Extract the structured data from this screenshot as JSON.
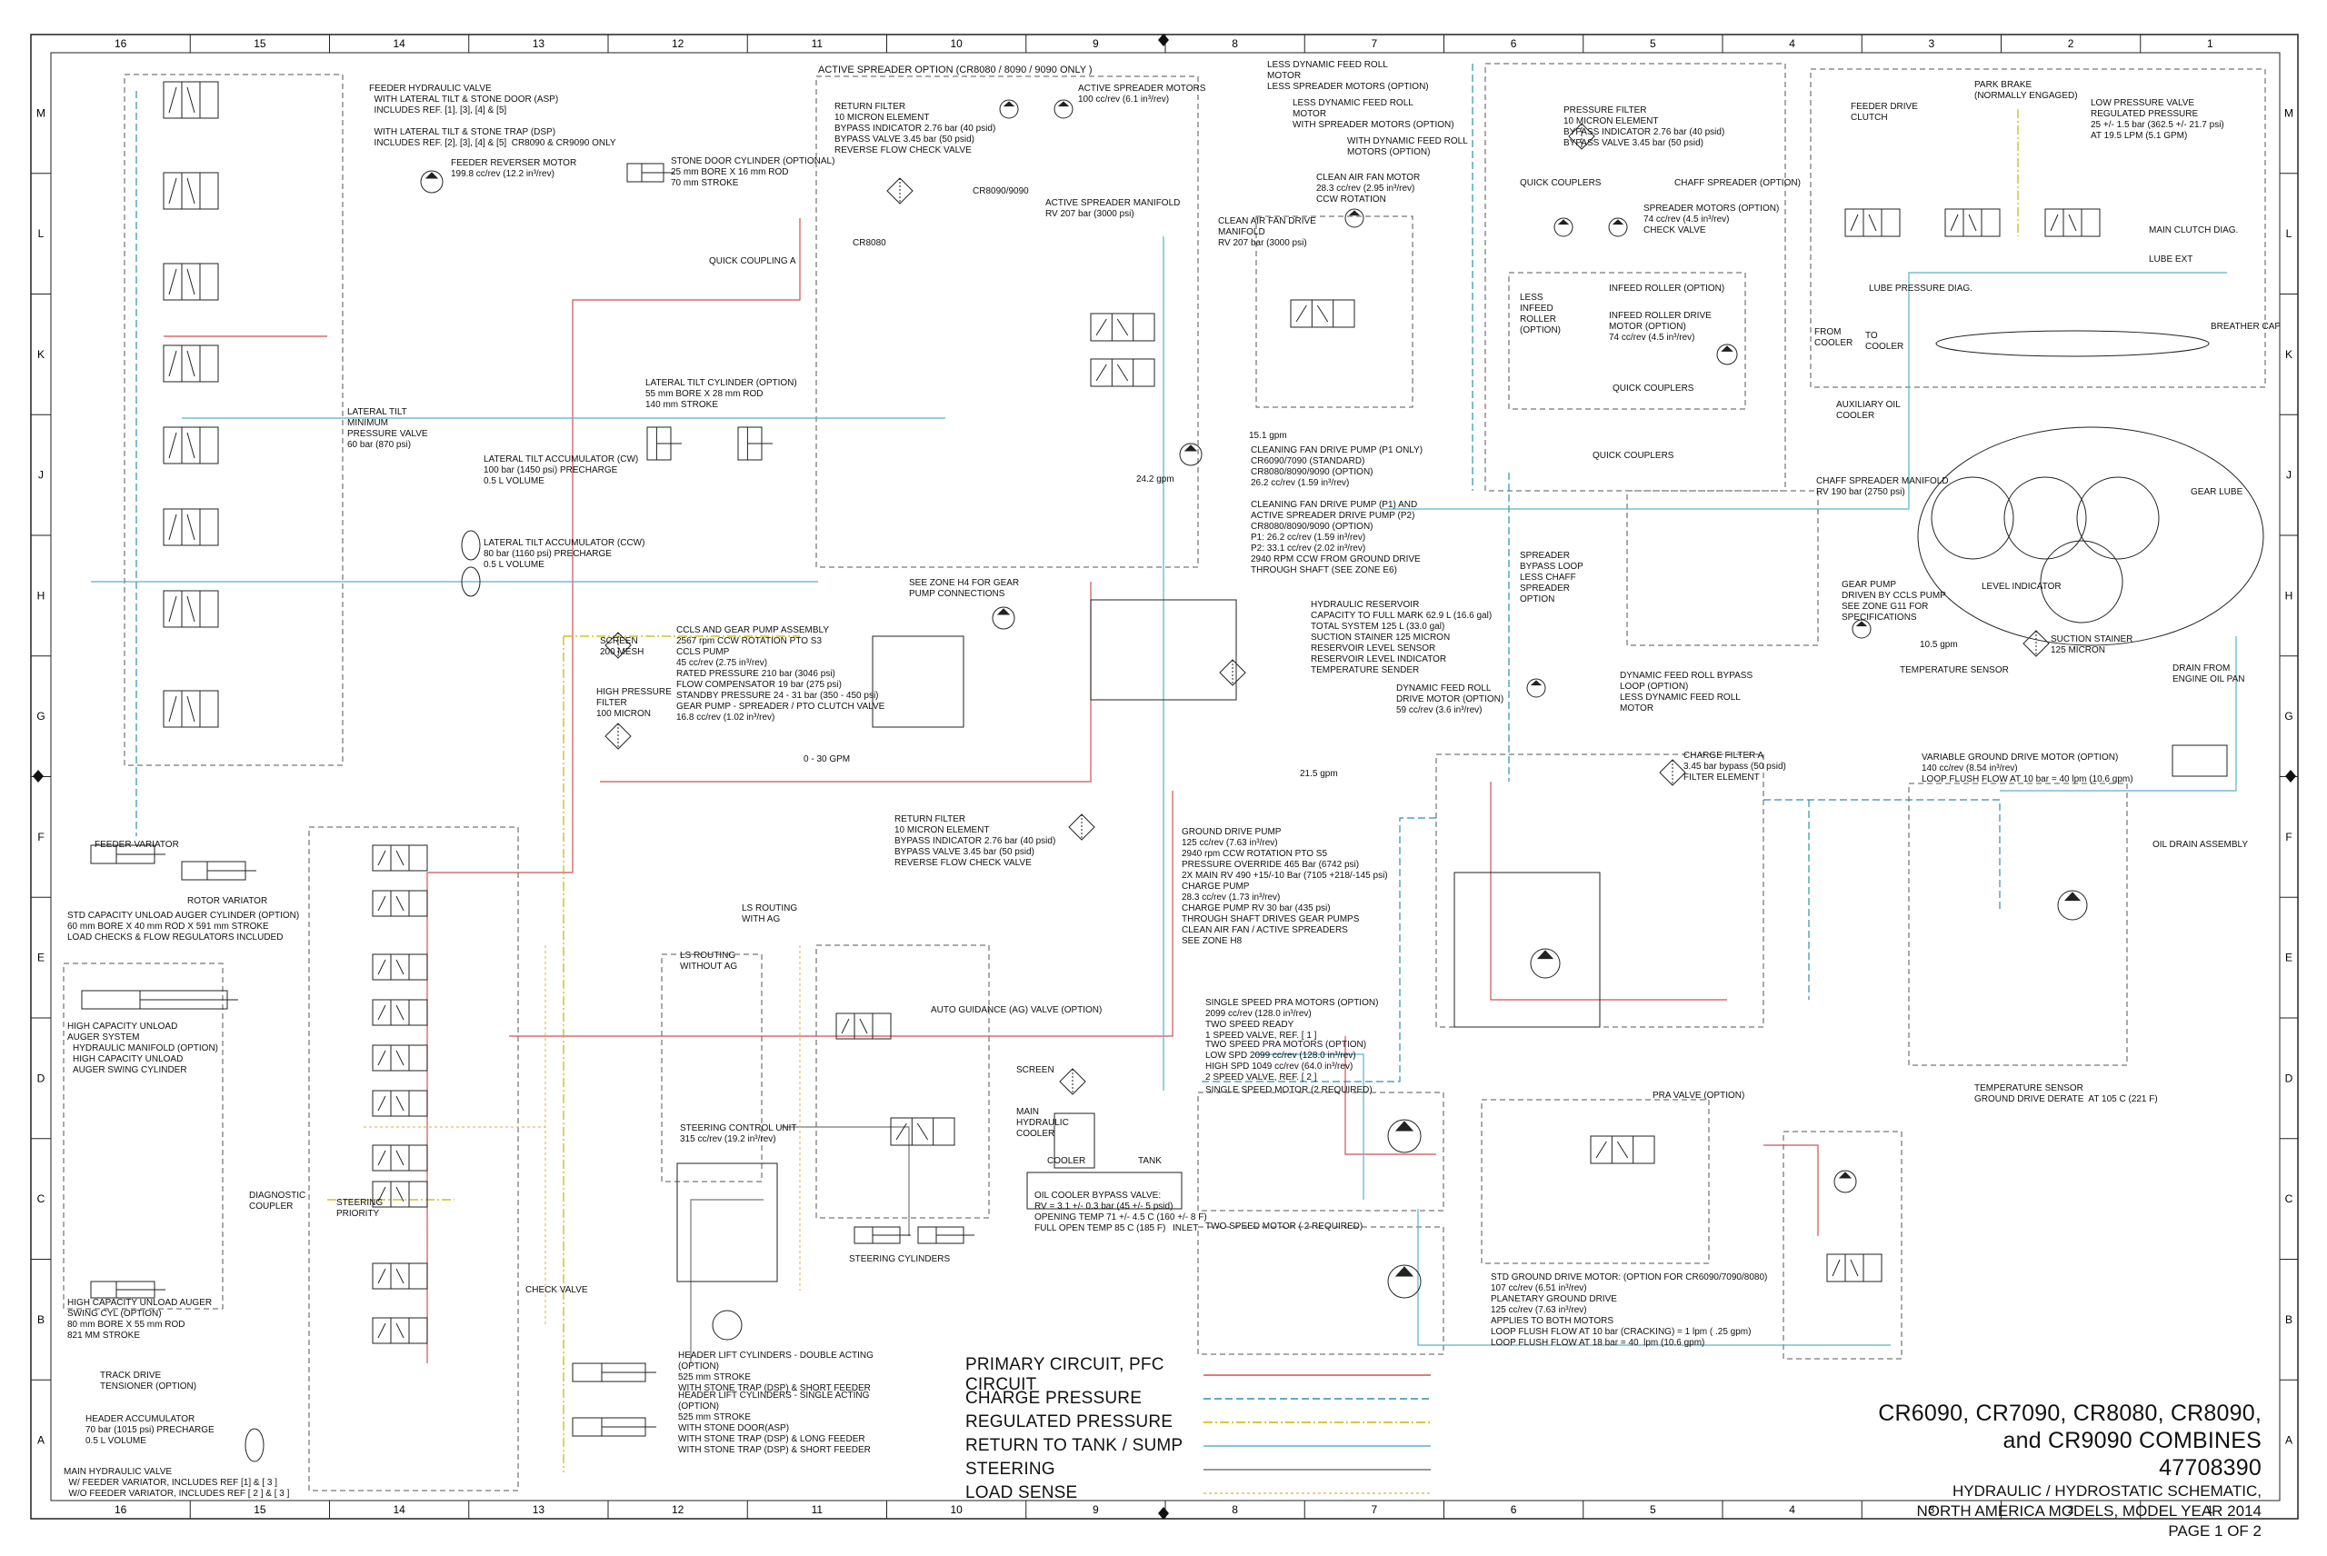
{
  "border": {
    "columns": [
      "16",
      "15",
      "14",
      "13",
      "12",
      "11",
      "10",
      "9",
      "8",
      "7",
      "6",
      "5",
      "4",
      "3",
      "2",
      "1"
    ],
    "rows": [
      "M",
      "L",
      "K",
      "J",
      "H",
      "G",
      "F",
      "E",
      "D",
      "C",
      "B",
      "A"
    ]
  },
  "colors": {
    "primary": "#d05050",
    "charge": "#2b8fb0",
    "regulated": "#c8b400",
    "return": "#5ab0c8",
    "steering": "#777777",
    "load_sense": "#e0c060",
    "line": "#222222"
  },
  "labels": [
    {
      "id": "feeder-hyd-valve",
      "text": "FEEDER HYDRAULIC VALVE\n  WITH LATERAL TILT & STONE DOOR (ASP)\n  INCLUDES REF. [1], [3], [4] & [5]\n\n  WITH LATERAL TILT & STONE TRAP (DSP)\n  INCLUDES REF. [2], [3], [4] & [5]  CR8090 & CR9090 ONLY"
    },
    {
      "id": "feeder-reverser-motor",
      "text": "FEEDER REVERSER MOTOR\n199.8 cc/rev (12.2 in³/rev)"
    },
    {
      "id": "stone-door-cyl",
      "text": "STONE DOOR CYLINDER (OPTIONAL)\n25 mm BORE X 16 mm ROD\n70 mm STROKE"
    },
    {
      "id": "quick-coupling-a",
      "text": "QUICK COUPLING A"
    },
    {
      "id": "lateral-tilt-cyl",
      "text": "LATERAL TILT CYLINDER (OPTION)\n55 mm BORE X 28 mm ROD\n140 mm STROKE"
    },
    {
      "id": "lateral-tilt-min-pv",
      "text": "LATERAL TILT\nMINIMUM\nPRESSURE VALVE\n60 bar (870 psi)"
    },
    {
      "id": "lat-acc-cw",
      "text": "LATERAL TILT ACCUMULATOR (CW)\n100 bar (1450 psi) PRECHARGE\n0.5 L VOLUME"
    },
    {
      "id": "lat-acc-ccw",
      "text": "LATERAL TILT ACCUMULATOR (CCW)\n80 bar (1160 psi) PRECHARGE\n0.5 L VOLUME"
    },
    {
      "id": "active-spreader-option",
      "text": "ACTIVE SPREADER OPTION (CR8080 / 8090 / 9090 ONLY )"
    },
    {
      "id": "return-filter-1",
      "text": "RETURN FILTER\n10 MICRON ELEMENT\nBYPASS INDICATOR 2.76 bar (40 psid)\nBYPASS VALVE 3.45 bar (50 psid)\nREVERSE FLOW CHECK VALVE"
    },
    {
      "id": "active-spreader-motors",
      "text": "ACTIVE SPREADER MOTORS\n100 cc/rev (6.1 in³/rev)"
    },
    {
      "id": "active-spreader-manifold",
      "text": "ACTIVE SPREADER MANIFOLD\nRV 207 bar (3000 psi)"
    },
    {
      "id": "cr8090-9090",
      "text": "CR8090/9090"
    },
    {
      "id": "cr8080",
      "text": "CR8080"
    },
    {
      "id": "less-dyn-feed-roll-motor-1",
      "text": "LESS DYNAMIC FEED ROLL\nMOTOR\nLESS SPREADER MOTORS (OPTION)"
    },
    {
      "id": "less-dyn-feed-roll-motor-2",
      "text": "LESS DYNAMIC FEED ROLL\nMOTOR\nWITH SPREADER MOTORS (OPTION)"
    },
    {
      "id": "with-dyn-feed-roll",
      "text": "WITH DYNAMIC FEED ROLL\nMOTORS (OPTION)"
    },
    {
      "id": "clean-air-fan-motor",
      "text": "CLEAN AIR FAN MOTOR\n28.3 cc/rev (2.95 in³/rev)\nCCW ROTATION"
    },
    {
      "id": "clean-air-fan-manifold",
      "text": "CLEAN AIR FAN DRIVE\nMANIFOLD\nRV 207 bar (3000 psi)"
    },
    {
      "id": "cleaning-fan-pump-p1",
      "text": "CLEANING FAN DRIVE PUMP (P1 ONLY)\nCR6090/7090 (STANDARD)\nCR8080/8090/9090 (OPTION)\n26.2 cc/rev (1.59 in³/rev)"
    },
    {
      "id": "cleaning-fan-pump-p1p2",
      "text": "CLEANING FAN DRIVE PUMP (P1) AND\nACTIVE SPREADER DRIVE PUMP (P2)\nCR8080/8090/9090 (OPTION)\nP1: 26.2 cc/rev (1.59 in³/rev)\nP2: 33.1 cc/rev (2.02 in³/rev)\n2940 RPM CCW FROM GROUND DRIVE\nTHROUGH SHAFT (SEE ZONE E6)"
    },
    {
      "id": "pressure-filter",
      "text": "PRESSURE FILTER\n10 MICRON ELEMENT\nBYPASS INDICATOR 2.76 bar (40 psid)\nBYPASS VALVE 3.45 bar (50 psid)"
    },
    {
      "id": "feeder-drive-clutch",
      "text": "FEEDER DRIVE\nCLUTCH"
    },
    {
      "id": "park-brake",
      "text": "PARK BRAKE\n(NORMALLY ENGAGED)"
    },
    {
      "id": "low-pressure-valve",
      "text": "LOW PRESSURE VALVE\nREGULATED PRESSURE\n25 +/- 1.5 bar (362.5 +/- 21.7 psi)\nAT 19.5 LPM (5.1 GPM)"
    },
    {
      "id": "quick-couplers-1",
      "text": "QUICK COUPLERS"
    },
    {
      "id": "chaff-spreader",
      "text": "CHAFF SPREADER (OPTION)"
    },
    {
      "id": "spreader-motors",
      "text": "SPREADER MOTORS (OPTION)\n74 cc/rev (4.5 in³/rev)\nCHECK VALVE"
    },
    {
      "id": "less-infeed-roller",
      "text": "LESS\nINFEED\nROLLER\n(OPTION)"
    },
    {
      "id": "infeed-roller",
      "text": "INFEED ROLLER (OPTION)"
    },
    {
      "id": "infeed-roller-motor",
      "text": "INFEED ROLLER DRIVE\nMOTOR (OPTION)\n74 cc/rev (4.5 in³/rev)"
    },
    {
      "id": "quick-couplers-2",
      "text": "QUICK COUPLERS"
    },
    {
      "id": "quick-couplers-3",
      "text": "QUICK COUPLERS"
    },
    {
      "id": "main-clutch-diag",
      "text": "MAIN CLUTCH DIAG."
    },
    {
      "id": "lube-pressure-diag",
      "text": "LUBE PRESSURE DIAG."
    },
    {
      "id": "lube-ext",
      "text": "LUBE EXT"
    },
    {
      "id": "breather-cap",
      "text": "BREATHER CAP"
    },
    {
      "id": "from-cooler",
      "text": "FROM\nCOOLER"
    },
    {
      "id": "to-cooler",
      "text": "TO\nCOOLER"
    },
    {
      "id": "auxiliary-oil-cooler",
      "text": "AUXILIARY OIL\nCOOLER"
    },
    {
      "id": "chaff-spreader-manifold",
      "text": "CHAFF SPREADER MANIFOLD\nRV 190 bar (2750 psi)"
    },
    {
      "id": "spreader-bypass-loop",
      "text": "SPREADER\nBYPASS LOOP\nLESS CHAFF\nSPREADER\nOPTION"
    },
    {
      "id": "gear-pump",
      "text": "GEAR PUMP\nDRIVEN BY CCLS PUMP\nSEE ZONE G11 FOR\nSPECIFICATIONS"
    },
    {
      "id": "suction-strainer",
      "text": "SUCTION STAINER\n125 MICRON"
    },
    {
      "id": "temperature-sensor-1",
      "text": "TEMPERATURE SENSOR"
    },
    {
      "id": "drain-from-engine",
      "text": "DRAIN FROM\nENGINE OIL PAN"
    },
    {
      "id": "hydraulic-reservoir",
      "text": "HYDRAULIC RESERVOIR\nCAPACITY TO FULL MARK 62.9 L (16.6 gal)\nTOTAL SYSTEM 125 L (33.0 gal)\nSUCTION STAINER 125 MICRON\nRESERVOIR LEVEL SENSOR\nRESERVOIR LEVEL INDICATOR\nTEMPERATURE SENDER"
    },
    {
      "id": "dyn-feed-roll-motor",
      "text": "DYNAMIC FEED ROLL\nDRIVE MOTOR (OPTION)\n59 cc/rev (3.6 in³/rev)"
    },
    {
      "id": "dyn-feed-roll-bypass",
      "text": "DYNAMIC FEED ROLL BYPASS\nLOOP (OPTION)\nLESS DYNAMIC FEED ROLL\nMOTOR"
    },
    {
      "id": "screen-200",
      "text": "SCREEN\n200 MESH"
    },
    {
      "id": "hp-filter",
      "text": "HIGH PRESSURE\nFILTER\n100 MICRON"
    },
    {
      "id": "ccls-gear-pump",
      "text": "CCLS AND GEAR PUMP ASSEMBLY\n2567 rpm CCW ROTATION PTO S3\nCCLS PUMP\n45 cc/rev (2.75 in³/rev)\nRATED PRESSURE 210 bar (3046 psi)\nFLOW COMPENSATOR 19 bar (275 psi)\nSTANDBY PRESSURE 24 - 31 bar (350 - 450 psi)\nGEAR PUMP - SPREADER / PTO CLUTCH VALVE\n16.8 cc/rev (1.02 in³/rev)"
    },
    {
      "id": "see-zone-h4",
      "text": "SEE ZONE H4 FOR GEAR\nPUMP CONNECTIONS"
    },
    {
      "id": "gpm-0-30",
      "text": "0 - 30 GPM"
    },
    {
      "id": "gpm-21-5",
      "text": "21.5 gpm"
    },
    {
      "id": "gpm-24-2",
      "text": "24.2 gpm"
    },
    {
      "id": "gpm-15-1",
      "text": "15.1 gpm"
    },
    {
      "id": "gpm-10-5",
      "text": "10.5 gpm"
    },
    {
      "id": "charge-filter-a",
      "text": "CHARGE FILTER A\n3.45 bar bypass (50 psid)\nFILTER ELEMENT"
    },
    {
      "id": "variable-ground-drive-motor",
      "text": "VARIABLE GROUND DRIVE MOTOR (OPTION)\n140 cc/rev (8.54 in³/rev)\nLOOP FLUSH FLOW AT 10 bar = 40 lpm (10.6 gpm)"
    },
    {
      "id": "oil-drain-assembly",
      "text": "OIL DRAIN ASSEMBLY"
    },
    {
      "id": "feeder-variator",
      "text": "FEEDER VARIATOR"
    },
    {
      "id": "rotor-variator",
      "text": "ROTOR VARIATOR"
    },
    {
      "id": "std-capacity-unload-auger",
      "text": "STD CAPACITY UNLOAD AUGER CYLINDER (OPTION)\n60 mm BORE X 40 mm ROD X 591 mm STROKE\nLOAD CHECKS & FLOW REGULATORS INCLUDED"
    },
    {
      "id": "high-capacity-unload",
      "text": "HIGH CAPACITY UNLOAD\nAUGER SYSTEM"
    },
    {
      "id": "hyd-manifold-hc",
      "text": "HYDRAULIC MANIFOLD (OPTION)\nHIGH CAPACITY UNLOAD\nAUGER SWING CYLINDER"
    },
    {
      "id": "diagnostic-coupler",
      "text": "DIAGNOSTIC\nCOUPLER"
    },
    {
      "id": "hc-unload-swing-cyl",
      "text": "HIGH CAPACITY UNLOAD AUGER\nSWING CYL (OPTION)\n80 mm BORE X 55 mm ROD\n821 MM STROKE"
    },
    {
      "id": "track-drive-tensioner",
      "text": "TRACK DRIVE\nTENSIONER (OPTION)"
    },
    {
      "id": "header-accumulator",
      "text": "HEADER ACCUMULATOR\n70 bar (1015 psi) PRECHARGE\n0.5 L VOLUME"
    },
    {
      "id": "main-hyd-valve",
      "text": "MAIN HYDRAULIC VALVE\n  W/ FEEDER VARIATOR, INCLUDES REF [1] & [ 3 ]\n  W/O FEEDER VARIATOR, INCLUDES REF [ 2 ] & [ 3 ]"
    },
    {
      "id": "ls-routing-with-ag",
      "text": "LS ROUTING\nWITH AG"
    },
    {
      "id": "ls-routing-without-ag",
      "text": "LS ROUTING\nWITHOUT AG"
    },
    {
      "id": "auto-guidance-valve",
      "text": "AUTO GUIDANCE (AG) VALVE (OPTION)"
    },
    {
      "id": "return-filter-2",
      "text": "RETURN FILTER\n10 MICRON ELEMENT\nBYPASS INDICATOR 2.76 bar (40 psid)\nBYPASS VALVE 3.45 bar (50 psid)\nREVERSE FLOW CHECK VALVE"
    },
    {
      "id": "ground-drive-pump",
      "text": "GROUND DRIVE PUMP\n125 cc/rev (7.63 in³/rev)\n2940 rpm CCW ROTATION PTO S5\nPRESSURE OVERRIDE 465 Bar (6742 psi)\n2X MAIN RV 490 +15/-10 Bar (7105 +218/-145 psi)\nCHARGE PUMP\n28.3 cc/rev (1.73 in³/rev)\nCHARGE PUMP RV 30 bar (435 psi)\nTHROUGH SHAFT DRIVES GEAR PUMPS\nCLEAN AIR FAN / ACTIVE SPREADERS\nSEE ZONE H8"
    },
    {
      "id": "single-speed-pra",
      "text": "SINGLE SPEED PRA MOTORS (OPTION)\n2099 cc/rev (128.0 in³/rev)\nTWO SPEED READY\n1 SPEED VALVE, REF. [ 1 ]"
    },
    {
      "id": "two-speed-pra",
      "text": "TWO SPEED PRA MOTORS (OPTION)\nLOW SPD 2099 cc/rev (128.0 in³/rev)\nHIGH SPD 1049 cc/rev (64.0 in³/rev)\n2 SPEED VALVE, REF. [ 2 ]"
    },
    {
      "id": "single-speed-motor",
      "text": "SINGLE SPEED MOTOR (2 REQUIRED)"
    },
    {
      "id": "two-speed-motor",
      "text": "TWO SPEED MOTOR ( 2 REQUIRED)"
    },
    {
      "id": "pra-valve",
      "text": "PRA VALVE (OPTION)"
    },
    {
      "id": "temp-sensor-gd",
      "text": "TEMPERATURE SENSOR\nGROUND DRIVE DERATE  AT 105 C (221 F)"
    },
    {
      "id": "screen-main",
      "text": "SCREEN"
    },
    {
      "id": "main-hyd-cooler",
      "text": "MAIN\nHYDRAULIC\nCOOLER"
    },
    {
      "id": "cooler",
      "text": "COOLER"
    },
    {
      "id": "tank",
      "text": "TANK"
    },
    {
      "id": "oil-cooler-bypass",
      "text": "OIL COOLER BYPASS VALVE:\nRV = 3.1 +/- 0.3 bar (45 +/- 5 psid)\nOPENING TEMP 71 +/- 4.5 C (160 +/- 8 F)\nFULL OPEN TEMP 85 C (185 F)"
    },
    {
      "id": "inlet",
      "text": "INLET"
    },
    {
      "id": "steering-control-unit",
      "text": "STEERING CONTROL UNIT\n315 cc/rev (19.2 in³/rev)"
    },
    {
      "id": "steering-cylinders",
      "text": "STEERING CYLINDERS"
    },
    {
      "id": "steering-priority",
      "text": "STEERING\nPRIORITY"
    },
    {
      "id": "check-valve",
      "text": "CHECK VALVE"
    },
    {
      "id": "header-lift-double",
      "text": "HEADER LIFT CYLINDERS - DOUBLE ACTING\n(OPTION)\n525 mm STROKE\nWITH STONE TRAP (DSP) & SHORT FEEDER"
    },
    {
      "id": "header-lift-single",
      "text": "HEADER LIFT CYLINDERS - SINGLE ACTING\n(OPTION)\n525 mm STROKE\nWITH STONE DOOR(ASP)\nWITH STONE TRAP (DSP) & LONG FEEDER\nWITH STONE TRAP (DSP) & SHORT FEEDER"
    },
    {
      "id": "std-ground-drive-motor",
      "text": "STD GROUND DRIVE MOTOR: (OPTION FOR CR6090/7090/8080)\n107 cc/rev (6.51 in³/rev)\nPLANETARY GROUND DRIVE\n125 cc/rev (7.63 in³/rev)\nAPPLIES TO BOTH MOTORS\nLOOP FLUSH FLOW AT 10 bar (CRACKING) = 1 lpm ( .25 gpm)\nLOOP FLUSH FLOW AT 18 bar = 40  lpm (10.6 gpm)"
    },
    {
      "id": "level-indicator",
      "text": "LEVEL INDICATOR"
    },
    {
      "id": "gear-lube",
      "text": "GEAR LUBE"
    }
  ],
  "legend": [
    {
      "label": "PRIMARY CIRCUIT, PFC CIRCUIT",
      "color": "#d05050",
      "dash": ""
    },
    {
      "label": "CHARGE PRESSURE",
      "color": "#2b8fb0",
      "dash": "8,4"
    },
    {
      "label": "REGULATED PRESSURE",
      "color": "#c8b400",
      "dash": "10,3,2,3"
    },
    {
      "label": "RETURN TO TANK / SUMP",
      "color": "#5ab0c8",
      "dash": ""
    },
    {
      "label": "STEERING",
      "color": "#777777",
      "dash": ""
    },
    {
      "label": "LOAD SENSE",
      "color": "#e0c060",
      "dash": "3,3"
    }
  ],
  "title_block": {
    "models": "CR6090, CR7090, CR8080, CR8090,",
    "models2": "and CR9090 COMBINES",
    "part_number": "47708390",
    "line1": "HYDRAULIC / HYDROSTATIC SCHEMATIC,",
    "line2": "NORTH AMERICA MODELS, MODEL YEAR 2014",
    "page": "PAGE 1 OF 2"
  }
}
